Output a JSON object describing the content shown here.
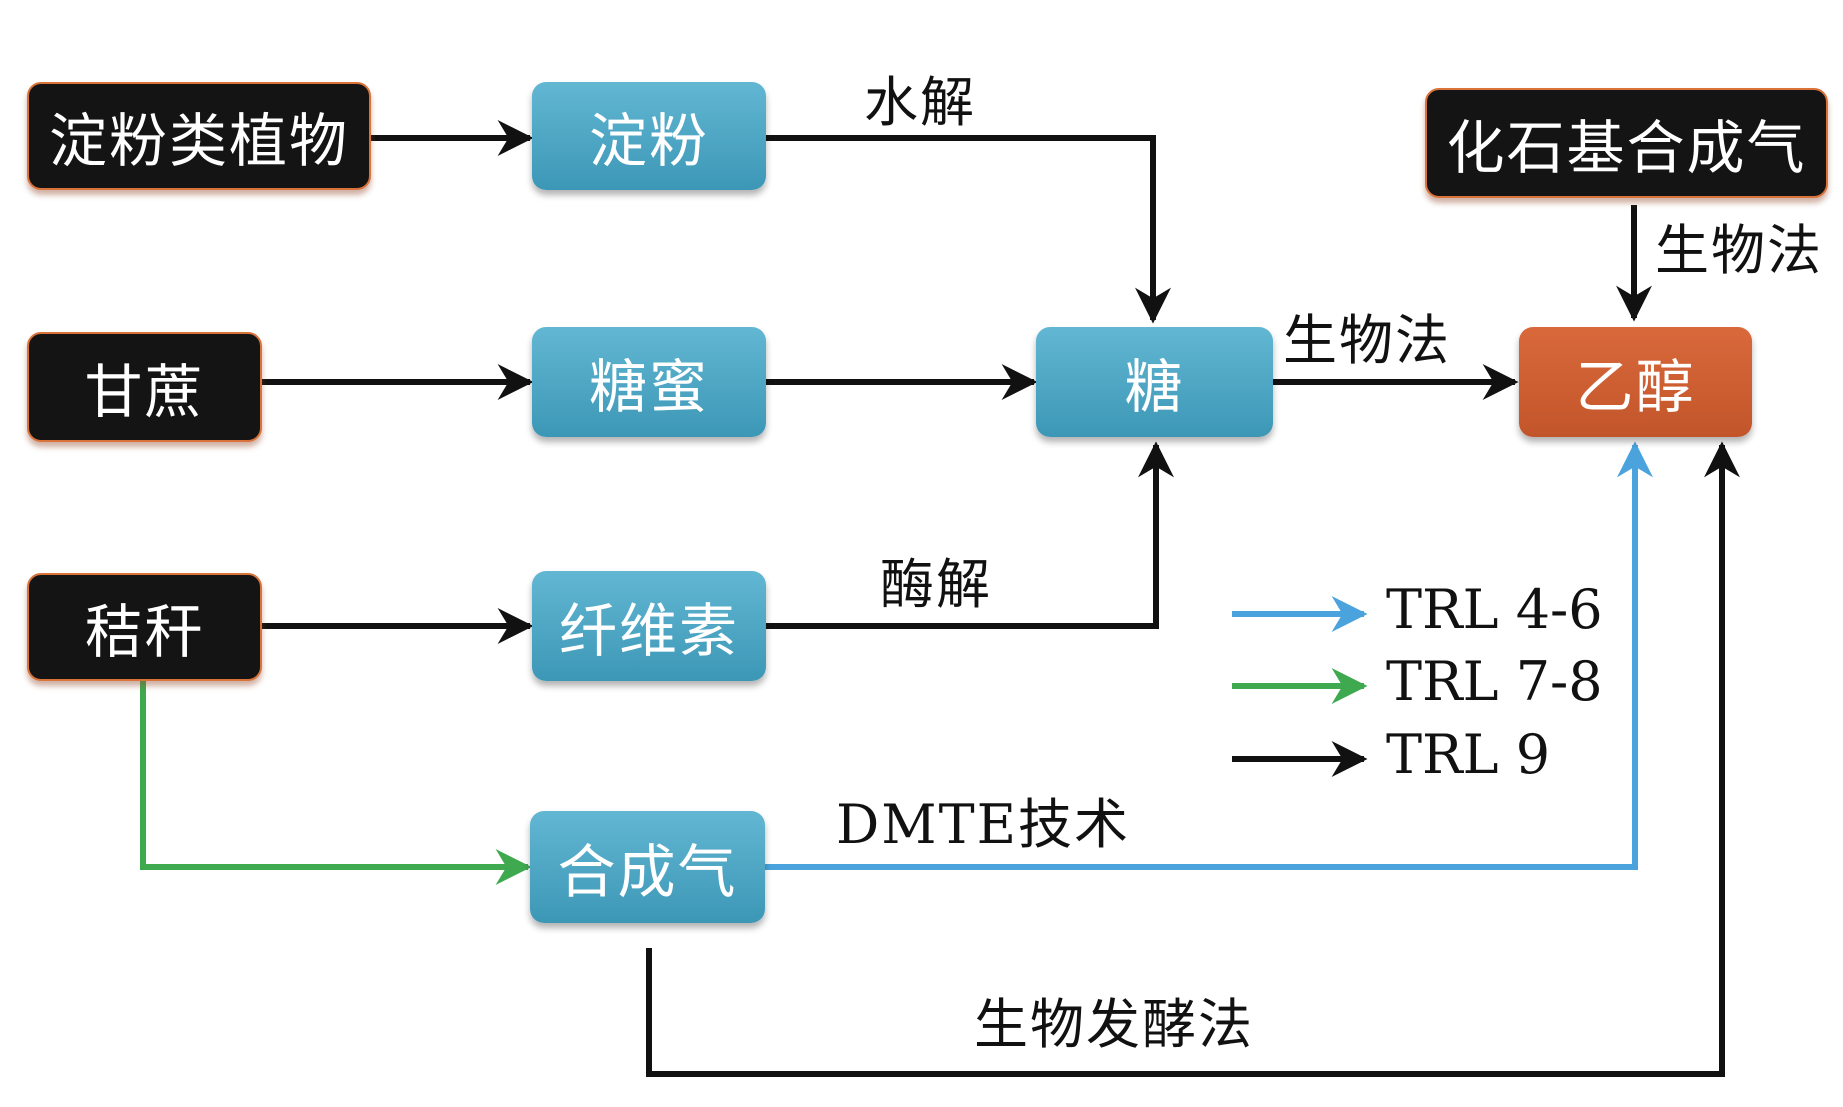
{
  "colors": {
    "blue_arrow": "#4aa3dc",
    "green_arrow": "#3fa950",
    "black_arrow": "#111111",
    "blue_node": "#4aa6c4",
    "orange_node": "#c95b2e",
    "black_node": "#141414"
  },
  "nodes": {
    "starch_plants": "淀粉类植物",
    "starch": "淀粉",
    "sugarcane": "甘蔗",
    "molasses": "糖蜜",
    "sugar": "糖",
    "straw": "秸秆",
    "cellulose": "纤维素",
    "syngas": "合成气",
    "ethanol": "乙醇",
    "fossil_syngas": "化石基合成气"
  },
  "edge_labels": {
    "hydrolysis": "水解",
    "enzymolysis": "酶解",
    "bio_method_sugar": "生物法",
    "bio_method_fossil": "生物法",
    "dmte": "DMTE技术",
    "bio_fermentation": "生物发酵法"
  },
  "legend": [
    {
      "label": "TRL 4-6",
      "color": "#4aa3dc"
    },
    {
      "label": "TRL 7-8",
      "color": "#3fa950"
    },
    {
      "label": "TRL 9",
      "color": "#111111"
    }
  ]
}
